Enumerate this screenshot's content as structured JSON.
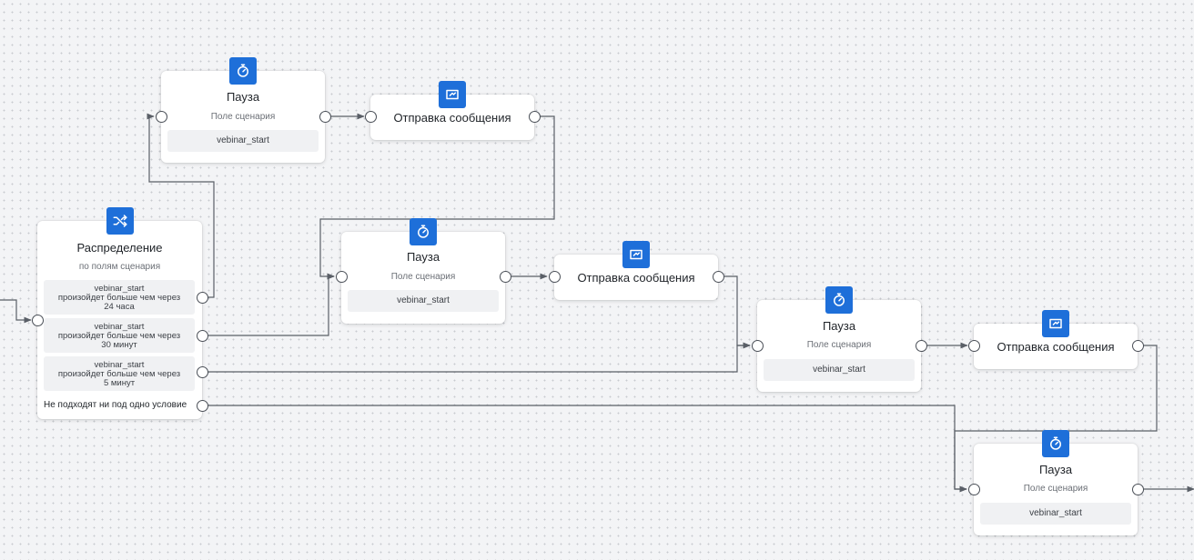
{
  "colors": {
    "accent": "#1e6fd9",
    "edge": "#5a5f67"
  },
  "icons": {
    "pause": "stopwatch-icon",
    "message": "message-icon",
    "distribution": "shuffle-icon"
  },
  "distribution": {
    "title": "Распределение",
    "subtitle": "по полям сценария",
    "conditions": [
      {
        "field": "vebinar_start",
        "line1": "произойдет больше чем через",
        "line2": "24 часа"
      },
      {
        "field": "vebinar_start",
        "line1": "произойдет больше чем через",
        "line2": "30 минут"
      },
      {
        "field": "vebinar_start",
        "line1": "произойдет больше чем через",
        "line2": "5 минут"
      }
    ],
    "else_label": "Не подходят ни под одно условие"
  },
  "pauses": [
    {
      "title": "Пауза",
      "subtitle": "Поле сценария",
      "field": "vebinar_start"
    },
    {
      "title": "Пауза",
      "subtitle": "Поле сценария",
      "field": "vebinar_start"
    },
    {
      "title": "Пауза",
      "subtitle": "Поле сценария",
      "field": "vebinar_start"
    },
    {
      "title": "Пауза",
      "subtitle": "Поле сценария",
      "field": "vebinar_start"
    }
  ],
  "messages": [
    {
      "title": "Отправка сообщения"
    },
    {
      "title": "Отправка сообщения"
    },
    {
      "title": "Отправка сообщения"
    }
  ]
}
